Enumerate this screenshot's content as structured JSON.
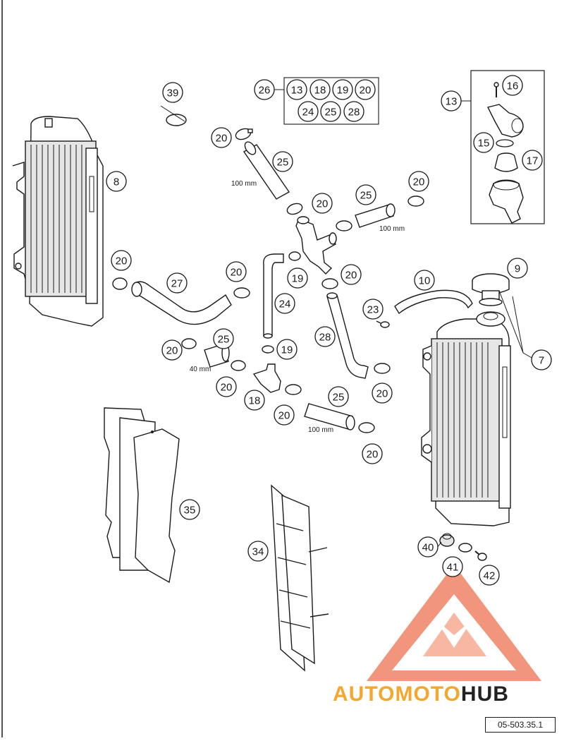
{
  "diagram": {
    "reference": "05-503.35.1",
    "watermark": {
      "part1": "AUTOMOTO",
      "part2": "HUB",
      "colors": {
        "accent": "#f08a6e",
        "light": "#f7b09a",
        "dark": "#222222"
      }
    },
    "callouts": [
      {
        "id": "c39",
        "label": "39"
      },
      {
        "id": "c26",
        "label": "26"
      },
      {
        "id": "c26-13",
        "label": "13"
      },
      {
        "id": "c26-18",
        "label": "18"
      },
      {
        "id": "c26-19",
        "label": "19"
      },
      {
        "id": "c26-20",
        "label": "20"
      },
      {
        "id": "c26-24",
        "label": "24"
      },
      {
        "id": "c26-25",
        "label": "25"
      },
      {
        "id": "c26-28",
        "label": "28"
      },
      {
        "id": "c13",
        "label": "13"
      },
      {
        "id": "c16",
        "label": "16"
      },
      {
        "id": "c15",
        "label": "15"
      },
      {
        "id": "c17",
        "label": "17"
      },
      {
        "id": "c8",
        "label": "8"
      },
      {
        "id": "c20a",
        "label": "20"
      },
      {
        "id": "c25a",
        "label": "25"
      },
      {
        "id": "c20b",
        "label": "20"
      },
      {
        "id": "c25b",
        "label": "25"
      },
      {
        "id": "c20c",
        "label": "20"
      },
      {
        "id": "c20d",
        "label": "20"
      },
      {
        "id": "c27",
        "label": "27"
      },
      {
        "id": "c20e",
        "label": "20"
      },
      {
        "id": "c19a",
        "label": "19"
      },
      {
        "id": "c20f",
        "label": "20"
      },
      {
        "id": "c10",
        "label": "10"
      },
      {
        "id": "c9",
        "label": "9"
      },
      {
        "id": "c24",
        "label": "24"
      },
      {
        "id": "c23",
        "label": "23"
      },
      {
        "id": "c28",
        "label": "28"
      },
      {
        "id": "c7",
        "label": "7"
      },
      {
        "id": "c20g",
        "label": "20"
      },
      {
        "id": "c25c",
        "label": "25"
      },
      {
        "id": "c19b",
        "label": "19"
      },
      {
        "id": "c20h",
        "label": "20"
      },
      {
        "id": "c18",
        "label": "18"
      },
      {
        "id": "c20i",
        "label": "20"
      },
      {
        "id": "c25d",
        "label": "25"
      },
      {
        "id": "c20j",
        "label": "20"
      },
      {
        "id": "c20k",
        "label": "20"
      },
      {
        "id": "c35",
        "label": "35"
      },
      {
        "id": "c34",
        "label": "34"
      },
      {
        "id": "c40",
        "label": "40"
      },
      {
        "id": "c41",
        "label": "41"
      },
      {
        "id": "c42",
        "label": "42"
      }
    ],
    "dimensions": [
      {
        "id": "d1",
        "label": "100 mm"
      },
      {
        "id": "d2",
        "label": "100 mm"
      },
      {
        "id": "d3",
        "label": "40 mm"
      },
      {
        "id": "d4",
        "label": "100 mm"
      }
    ]
  }
}
